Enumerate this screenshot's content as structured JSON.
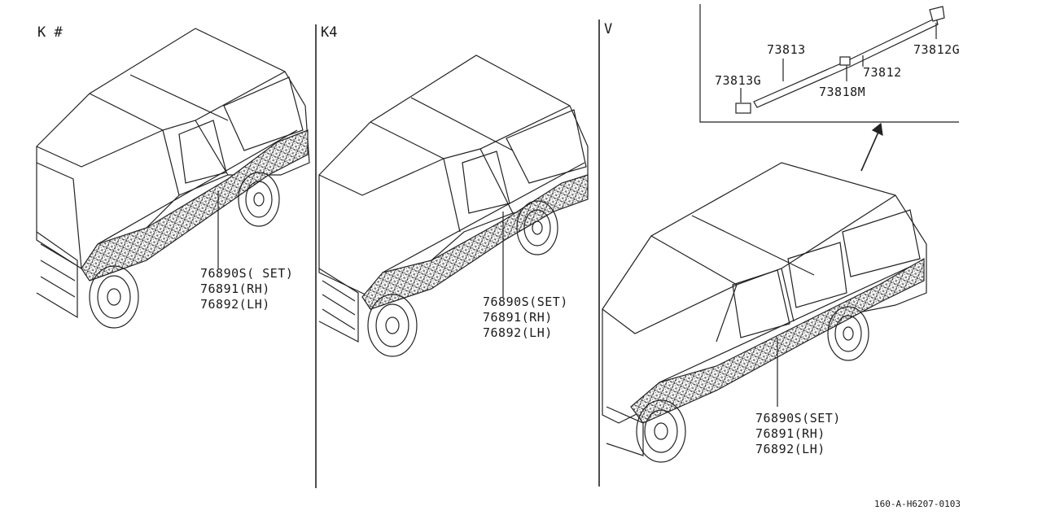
{
  "sections": [
    {
      "id": "k",
      "label": "K #",
      "parts": [
        "76890S( SET)",
        "76891(RH)",
        "76892(LH)"
      ]
    },
    {
      "id": "k4",
      "label": "K4",
      "parts": [
        "76890S(SET)",
        "76891(RH)",
        "76892(LH)"
      ]
    },
    {
      "id": "v",
      "label": "V",
      "parts": [
        "76890S(SET)",
        "76891(RH)",
        "76892(LH)"
      ]
    }
  ],
  "detail": {
    "callouts": [
      "73813",
      "73813G",
      "73812",
      "73812G",
      "73818M"
    ]
  },
  "diagram_code": "160-A-H6207-0103"
}
